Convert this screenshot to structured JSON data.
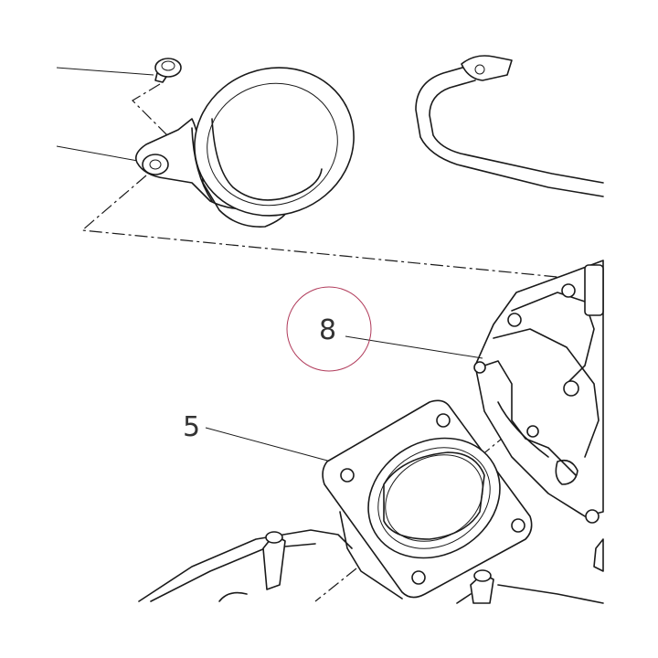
{
  "callouts": [
    {
      "id": "8",
      "label": "8",
      "highlighted": true
    },
    {
      "id": "5",
      "label": "5",
      "highlighted": false
    }
  ],
  "colors": {
    "line": "#1a1a1a",
    "highlight_circle": "#b03a5a",
    "background": "#ffffff"
  }
}
